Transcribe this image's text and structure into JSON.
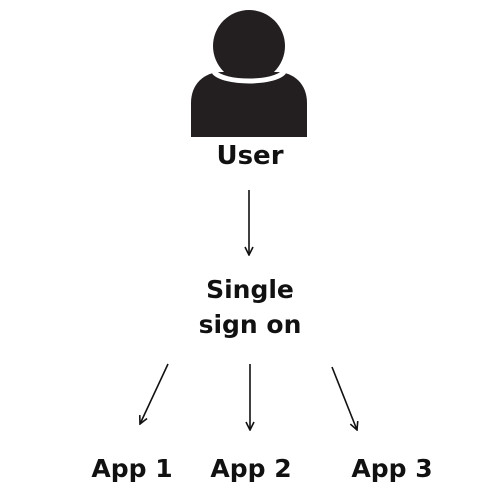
{
  "diagram": {
    "user_label": "User",
    "sso_line1": "Single",
    "sso_line2": "sign on",
    "apps": [
      "App 1",
      "App 2",
      "App 3"
    ],
    "colors": {
      "ink": "#111111",
      "icon": "#231f20",
      "background": "#ffffff"
    },
    "icons": {
      "user": "user-silhouette-icon"
    }
  }
}
